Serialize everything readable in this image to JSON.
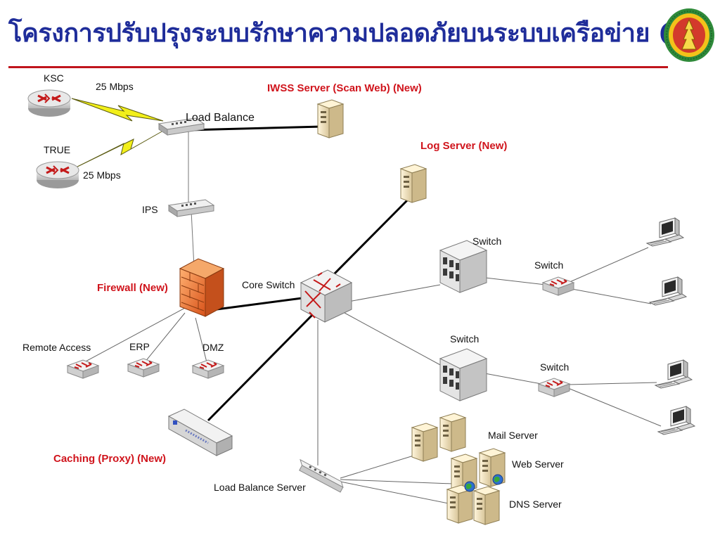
{
  "title": "โครงการปรับปรุงระบบรักษาความปลอดภัยบนระบบเครือข่าย (ต่อ)",
  "colors": {
    "title": "#1f2d9a",
    "rule": "#c0141c",
    "highlight_label": "#d0141c",
    "lightning": "#f2ef1a",
    "firewall": "#e8742a"
  },
  "labels": {
    "ksc": "KSC",
    "true": "TRUE",
    "bw_ksc": "25 Mbps",
    "bw_true": "25 Mbps",
    "load_balance": "Load Balance",
    "iwss": "IWSS Server (Scan Web) (New)",
    "log_server": "Log Server (New)",
    "ips": "IPS",
    "firewall": "Firewall (New)",
    "core_switch": "Core Switch",
    "remote_access": "Remote Access",
    "erp": "ERP",
    "dmz": "DMZ",
    "caching": "Caching (Proxy) (New)",
    "switch_top_rack": "Switch",
    "switch_top_small": "Switch",
    "switch_bottom_rack": "Switch",
    "switch_bottom_small": "Switch",
    "mail_server": "Mail Server",
    "web_server": "Web Server",
    "dns_server": "DNS Server",
    "lb_server": "Load Balance Server"
  }
}
